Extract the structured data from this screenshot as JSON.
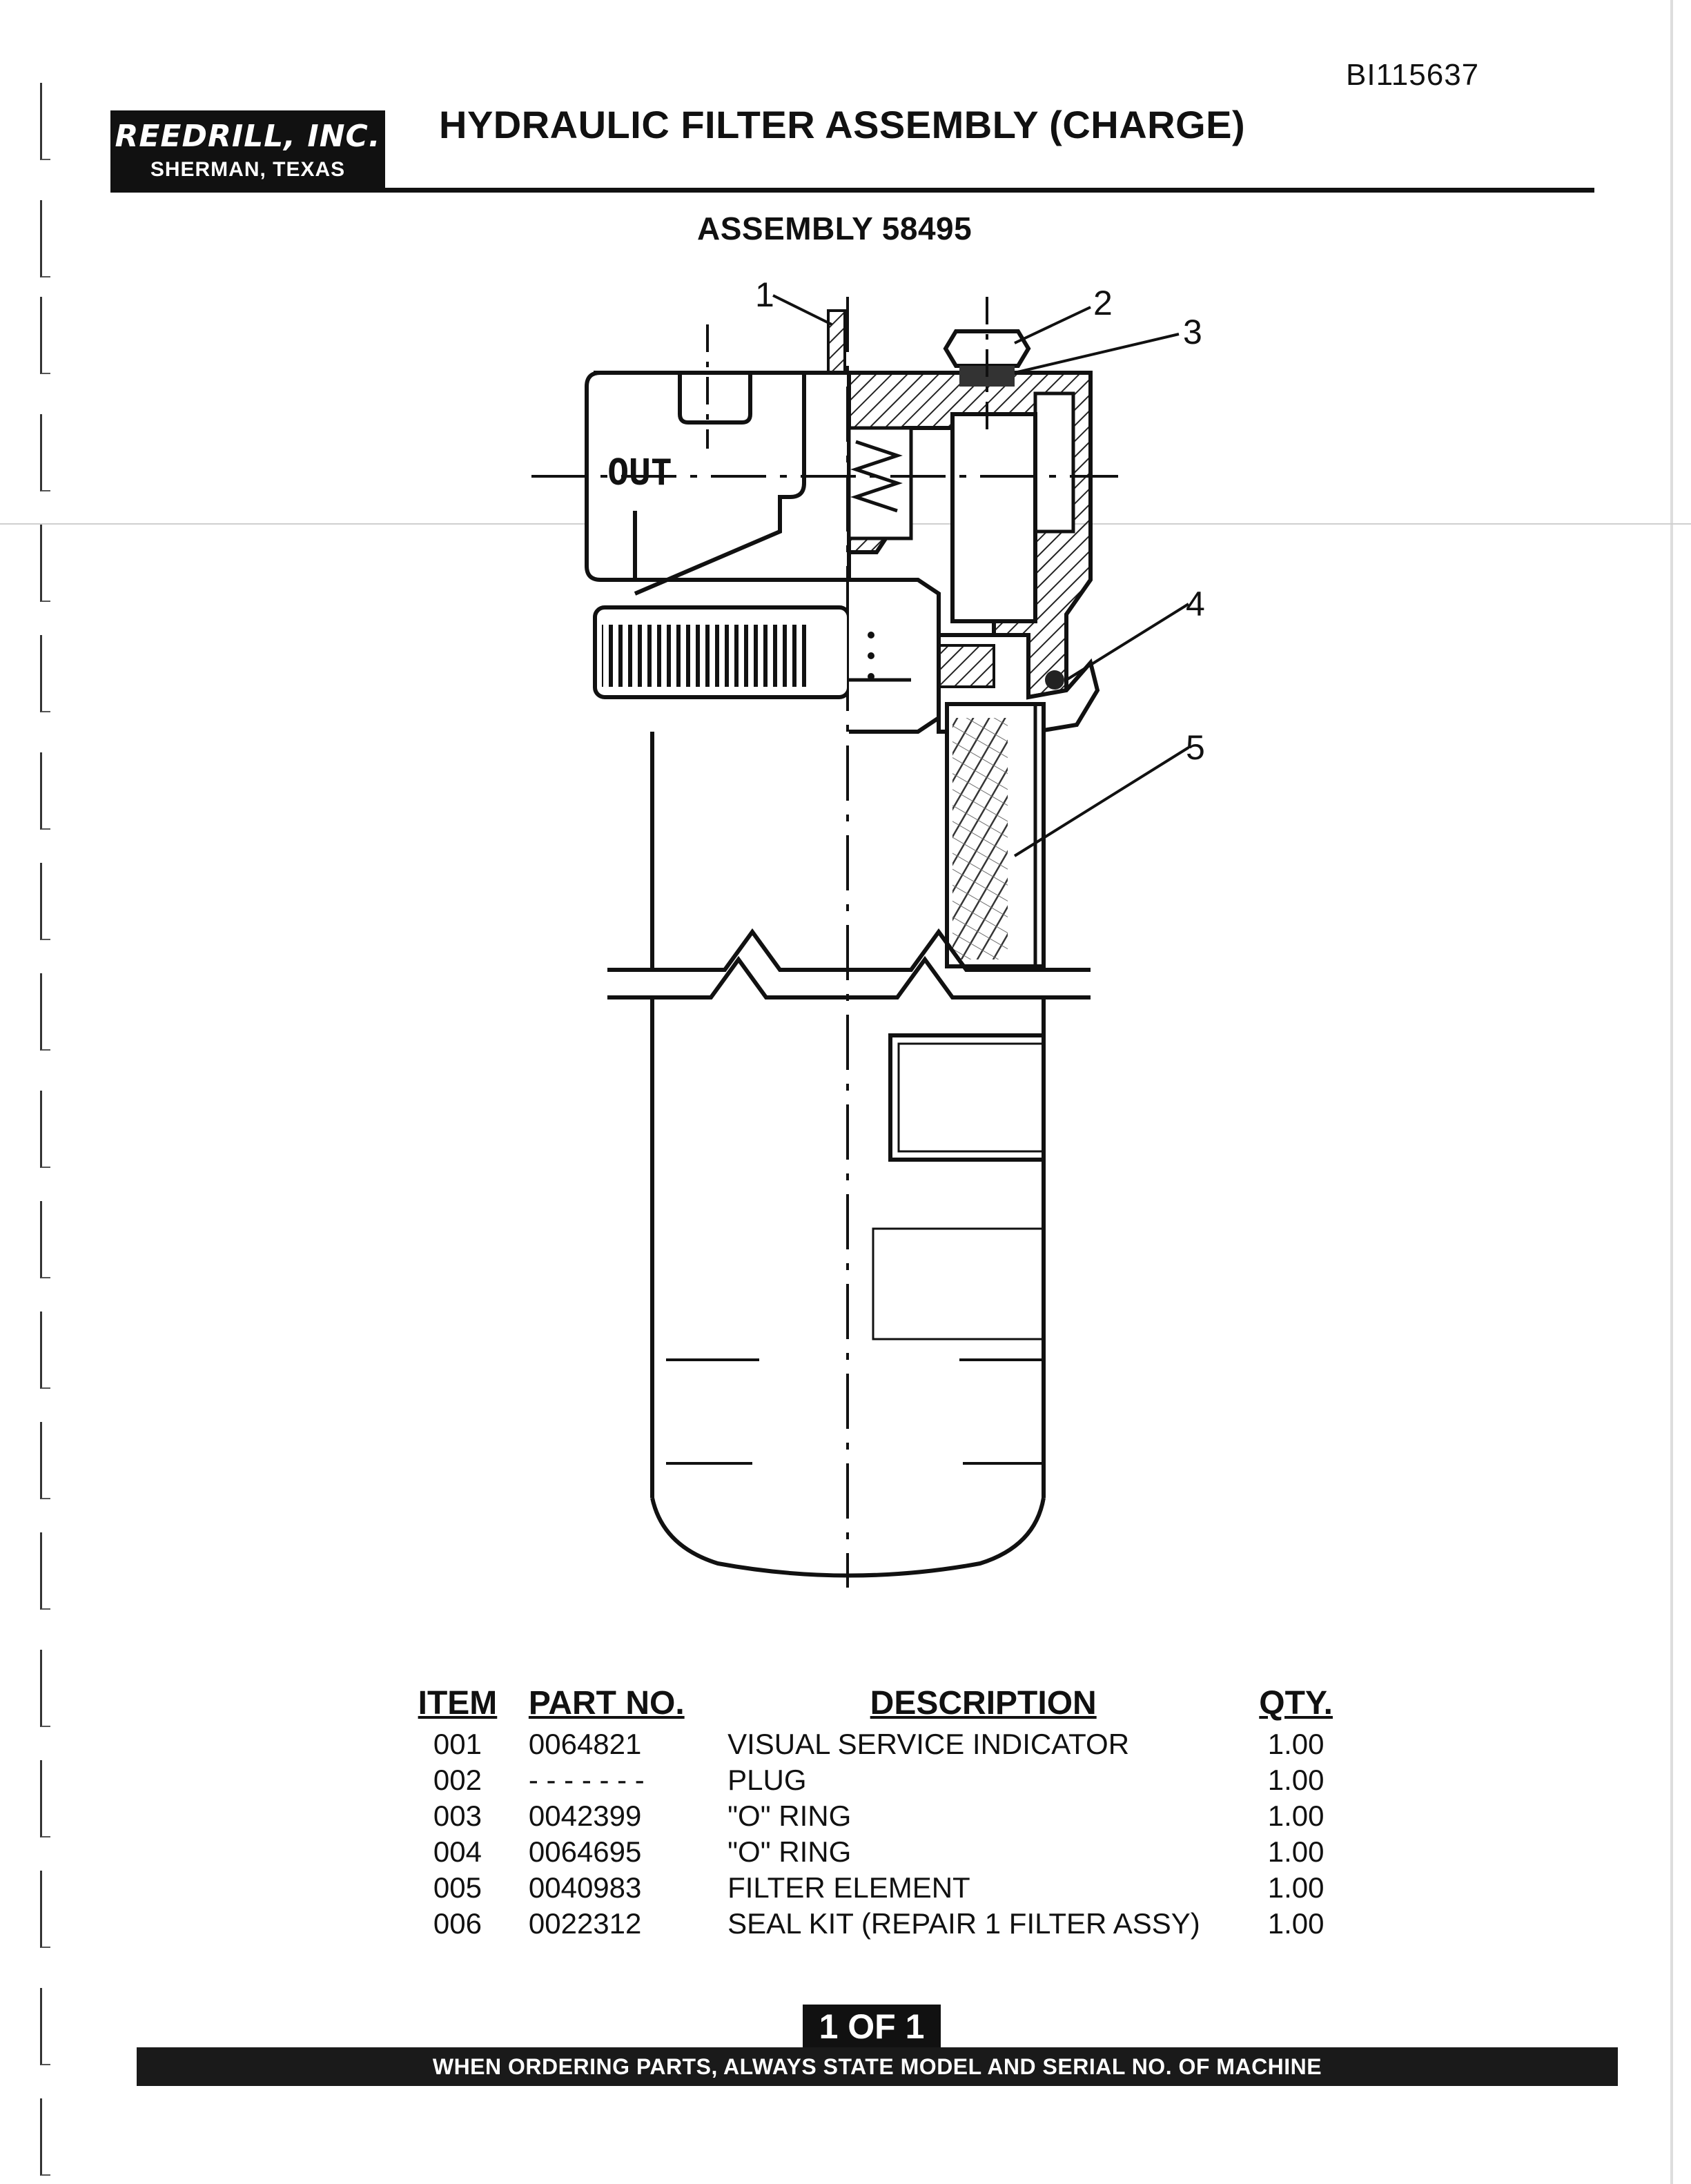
{
  "document": {
    "doc_number": "BI115637",
    "company_name": "REEDRILL, INC.",
    "company_location": "SHERMAN, TEXAS",
    "title": "HYDRAULIC FILTER ASSEMBLY (CHARGE)",
    "assembly_label": "ASSEMBLY 58495"
  },
  "diagram": {
    "port_label": "OUT",
    "callouts": [
      "1",
      "2",
      "3",
      "4",
      "5"
    ]
  },
  "parts_table": {
    "headers": {
      "item": "ITEM",
      "part_no": "PART NO.",
      "description": "DESCRIPTION",
      "qty": "QTY."
    },
    "rows": [
      {
        "item": "001",
        "part_no": "0064821",
        "description": "VISUAL SERVICE INDICATOR",
        "qty": "1.00"
      },
      {
        "item": "002",
        "part_no": "- - - - - - -",
        "description": "PLUG",
        "qty": "1.00"
      },
      {
        "item": "003",
        "part_no": "0042399",
        "description": "\"O\" RING",
        "qty": "1.00"
      },
      {
        "item": "004",
        "part_no": "0064695",
        "description": "\"O\" RING",
        "qty": "1.00"
      },
      {
        "item": "005",
        "part_no": "0040983",
        "description": "FILTER ELEMENT",
        "qty": "1.00"
      },
      {
        "item": "006",
        "part_no": "0022312",
        "description": "SEAL KIT (REPAIR 1 FILTER ASSY)",
        "qty": "1.00"
      }
    ]
  },
  "footer": {
    "page_label": "1 OF 1",
    "notice": "WHEN ORDERING PARTS, ALWAYS STATE MODEL AND SERIAL NO. OF MACHINE"
  }
}
